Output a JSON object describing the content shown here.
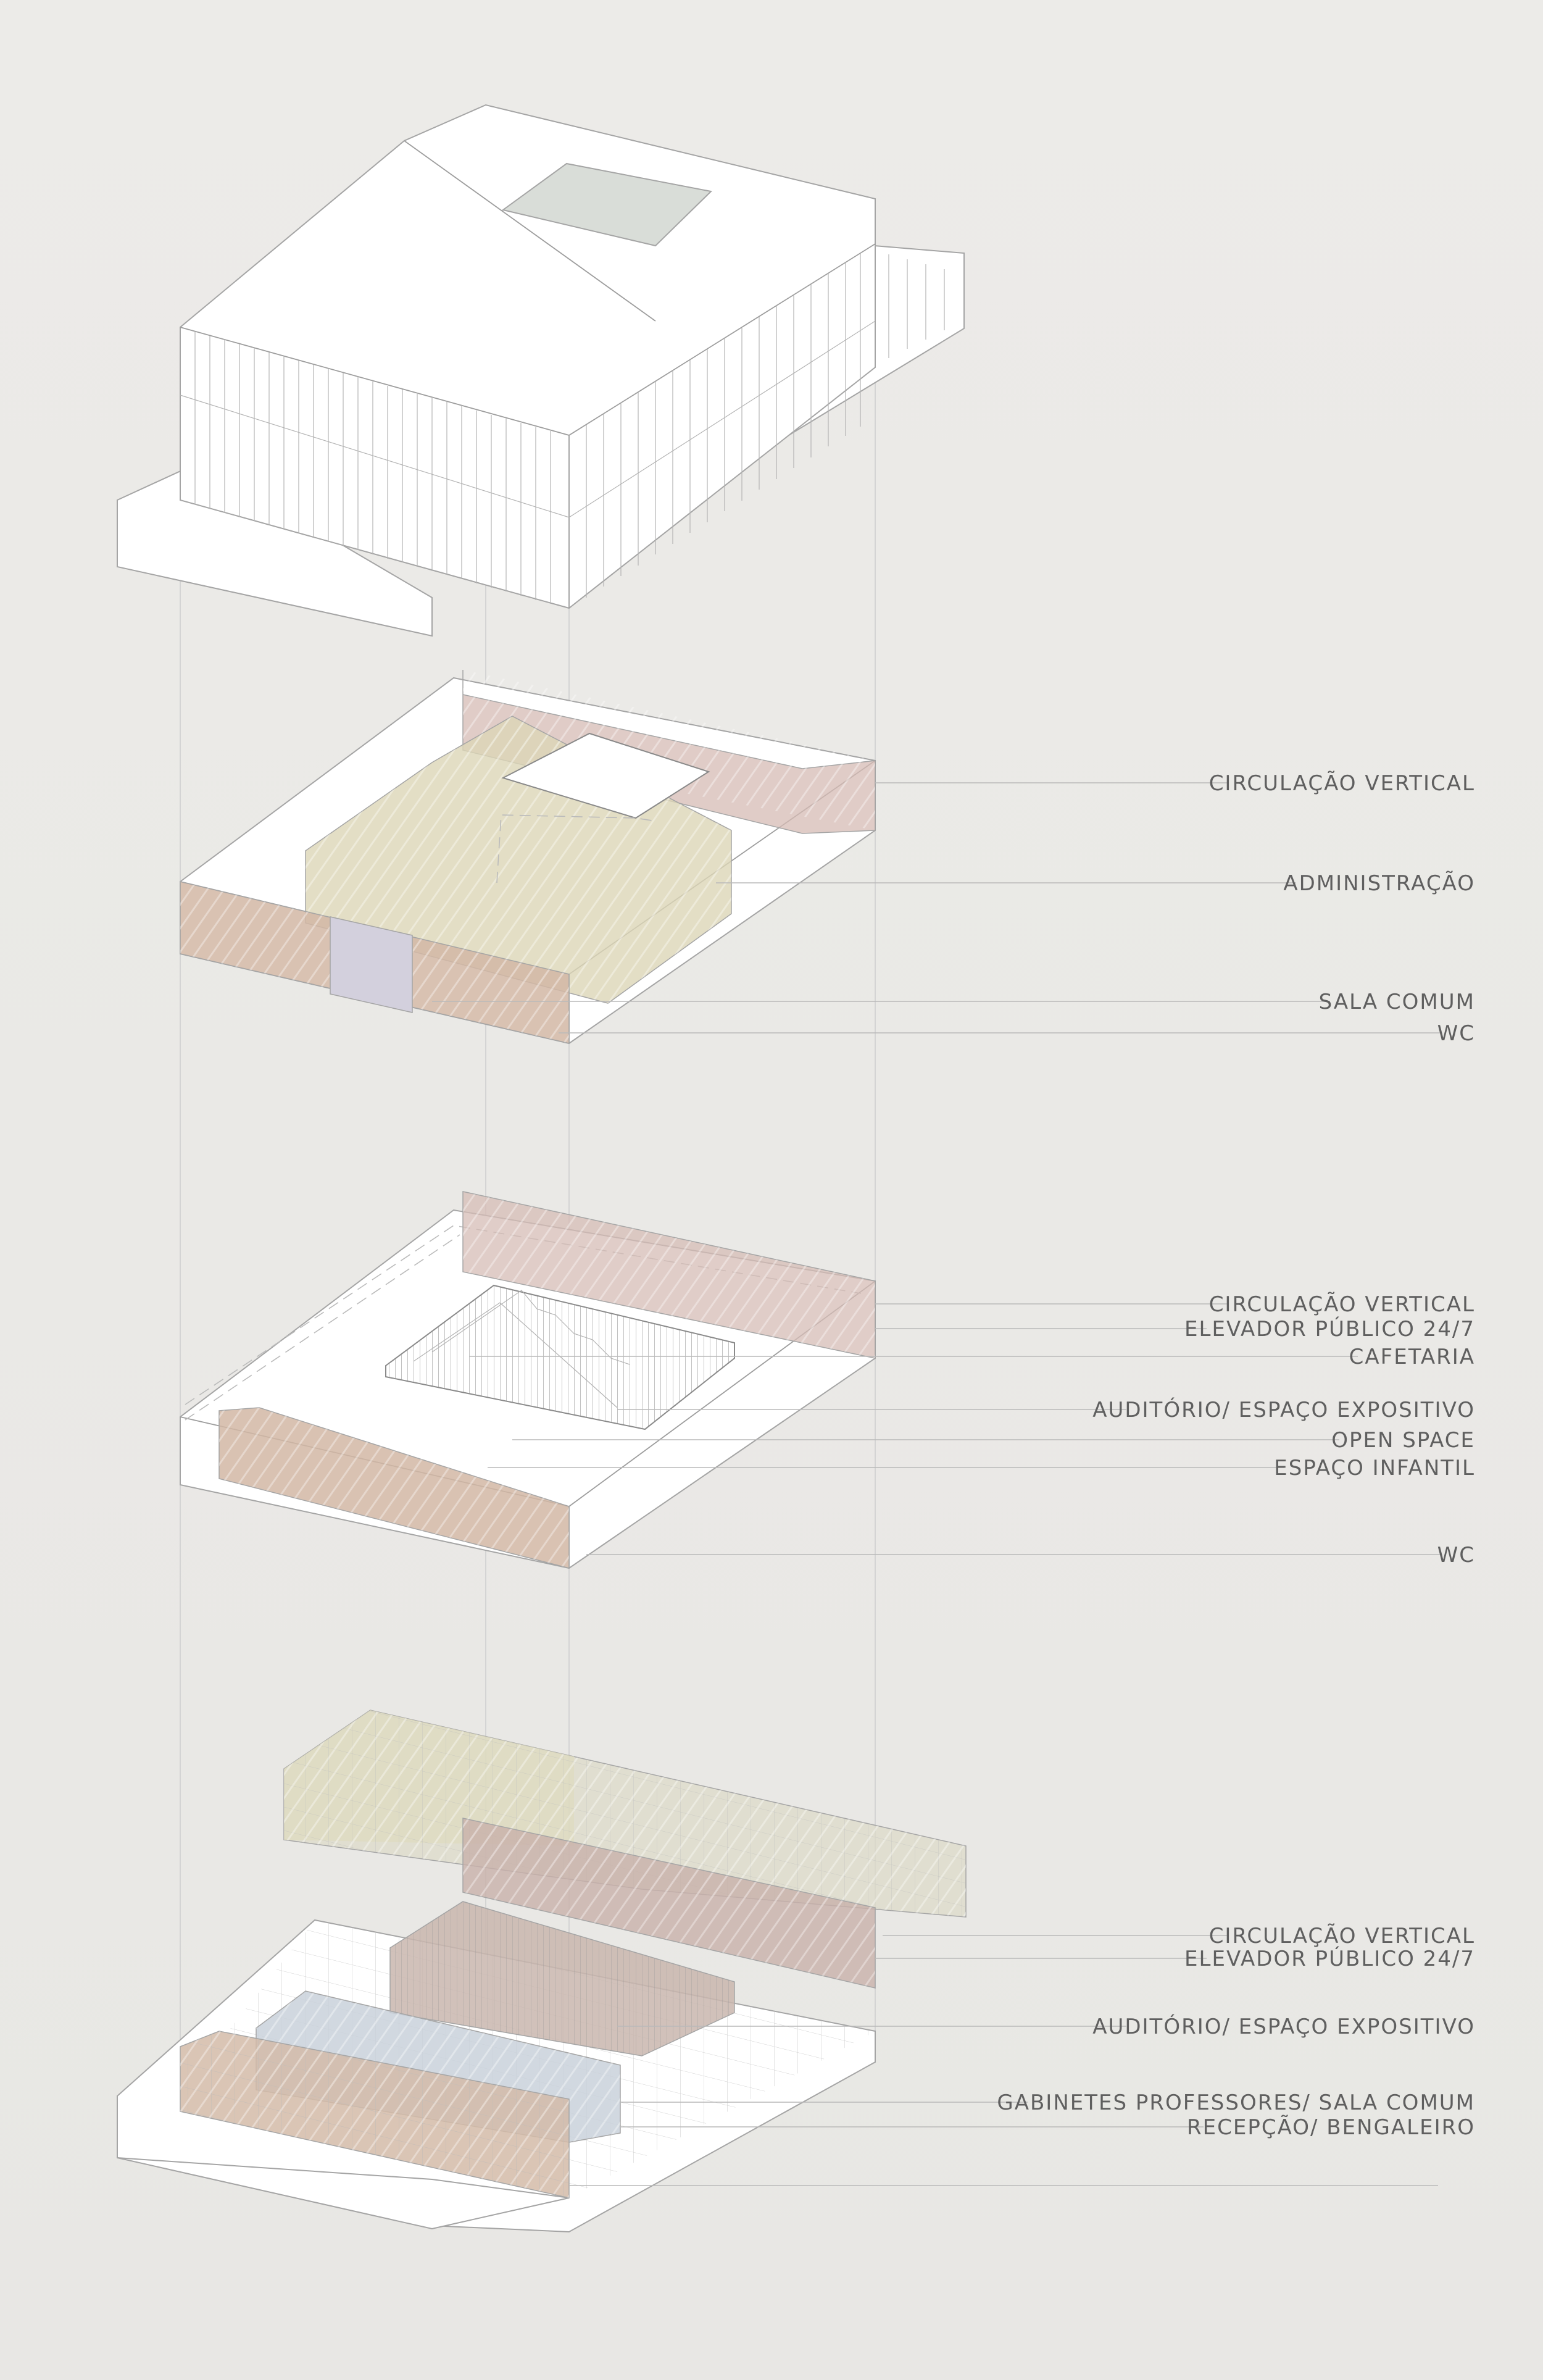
{
  "colors": {
    "background": "#ecebe8",
    "circulacao": "#c9aaa3",
    "administracao": "#d8d2b3",
    "sala_comum": "#cfcbd8",
    "wc": "#cdb09a",
    "gabinetes": "#c5cfd8",
    "auditorio": "#b9a8a1",
    "label_text": "#5f5f5f"
  },
  "floors": {
    "floor_2": {
      "labels": [
        "CIRCULAÇÃO VERTICAL",
        "ADMINISTRAÇÃO",
        "SALA COMUM",
        "WC"
      ]
    },
    "floor_1": {
      "labels": [
        "CIRCULAÇÃO VERTICAL",
        "ELEVADOR PÚBLICO 24/7",
        "CAFETARIA",
        "AUDITÓRIO/ ESPAÇO EXPOSITIVO",
        "OPEN SPACE",
        "ESPAÇO INFANTIL",
        "WC"
      ]
    },
    "floor_0": {
      "labels": [
        "CIRCULAÇÃO VERTICAL",
        "ELEVADOR PÚBLICO 24/7",
        "AUDITÓRIO/ ESPAÇO EXPOSITIVO",
        "GABINETES PROFESSORES/ SALA COMUM",
        "RECEPÇÃO/ BENGALEIRO"
      ]
    }
  }
}
